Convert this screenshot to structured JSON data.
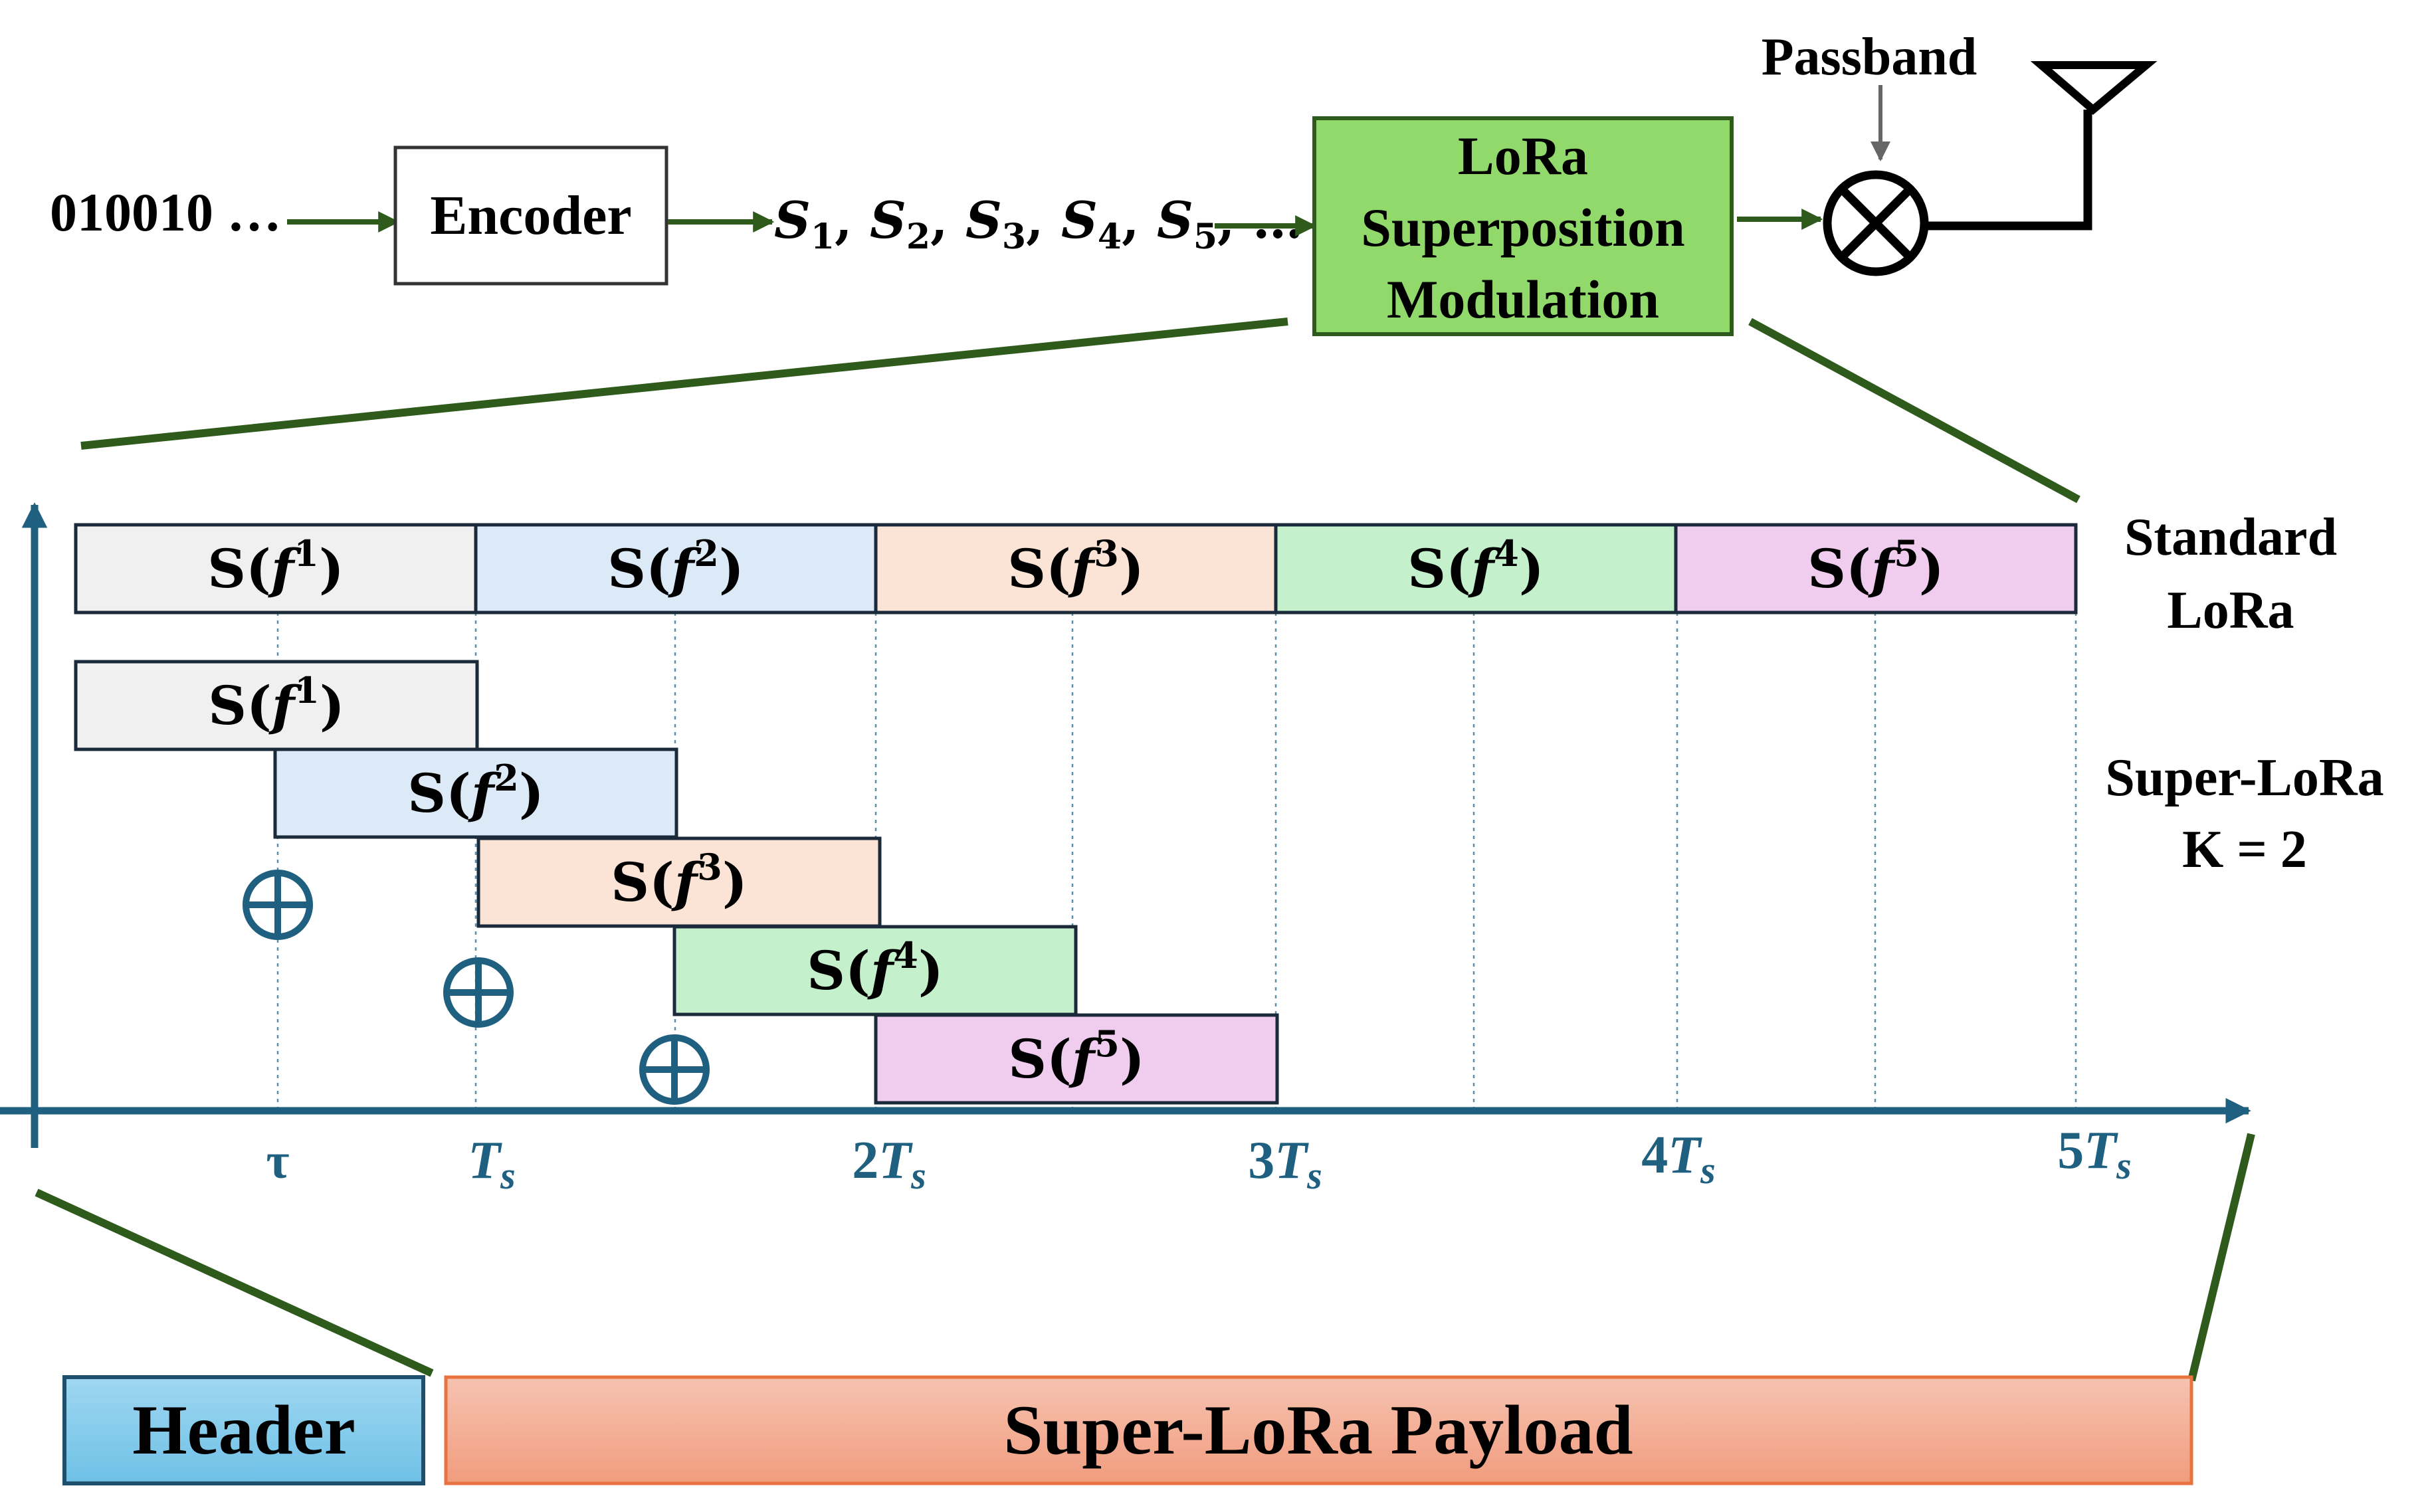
{
  "pipeline": {
    "bits": "010010 …",
    "encoder": "Encoder",
    "symbols": [
      {
        "base": "S",
        "sub": "1"
      },
      {
        "base": "S",
        "sub": "2"
      },
      {
        "base": "S",
        "sub": "3"
      },
      {
        "base": "S",
        "sub": "4"
      },
      {
        "base": "S",
        "sub": "5"
      }
    ],
    "symbols_tail": "…",
    "modulator": [
      "LoRa",
      "Superposition",
      "Modulation"
    ],
    "passband": "Passband"
  },
  "timing": {
    "standard_label": [
      "Standard",
      "LoRa"
    ],
    "super_label": [
      "Super-LoRa",
      "K = 2"
    ],
    "standard_blocks": [
      {
        "base": "S(",
        "var": "f",
        "sup": "1",
        "end": ")"
      },
      {
        "base": "S(",
        "var": "f",
        "sup": "2",
        "end": ")"
      },
      {
        "base": "S(",
        "var": "f",
        "sup": "3",
        "end": ")"
      },
      {
        "base": "S(",
        "var": "f",
        "sup": "4",
        "end": ")"
      },
      {
        "base": "S(",
        "var": "f",
        "sup": "5",
        "end": ")"
      }
    ],
    "super_blocks": [
      {
        "base": "S(",
        "var": "f",
        "sup": "1",
        "end": ")"
      },
      {
        "base": "S(",
        "var": "f",
        "sup": "2",
        "end": ")"
      },
      {
        "base": "S(",
        "var": "f",
        "sup": "3",
        "end": ")"
      },
      {
        "base": "S(",
        "var": "f",
        "sup": "4",
        "end": ")"
      },
      {
        "base": "S(",
        "var": "f",
        "sup": "5",
        "end": ")"
      }
    ],
    "block_colors": [
      "#f0f0f0",
      "#dce9f6",
      "#fbe3d6",
      "#c4f0cc",
      "#f0cdee"
    ],
    "plus_symbol": "⊕",
    "xticks": [
      {
        "coef": "",
        "sym": "τ",
        "sub": ""
      },
      {
        "coef": "",
        "sym": "T",
        "sub": "s"
      },
      {
        "coef": "2",
        "sym": "T",
        "sub": "s"
      },
      {
        "coef": "3",
        "sym": "T",
        "sub": "s"
      },
      {
        "coef": "4",
        "sym": "T",
        "sub": "s"
      },
      {
        "coef": "5",
        "sym": "T",
        "sub": "s"
      }
    ]
  },
  "packet": {
    "header": "Header",
    "payload": "Super-LoRa Payload"
  },
  "colors": {
    "arrow_green": "#2e5a1c",
    "mod_fill": "#92d96b",
    "axis_blue": "#1f5f7f",
    "header_fill": "#7cc7ea",
    "payload_fill": "#f3a98e"
  }
}
